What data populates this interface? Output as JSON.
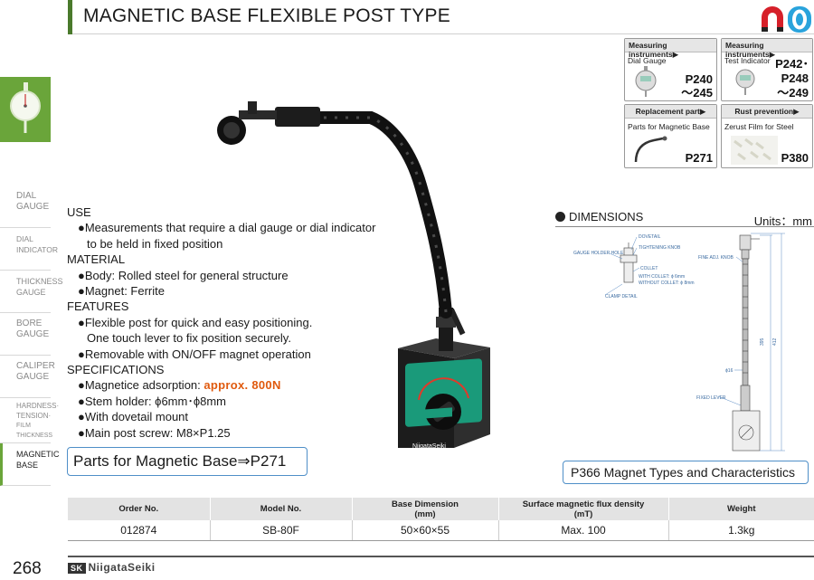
{
  "header": {
    "title": "MAGNETIC BASE FLEXIBLE POST TYPE"
  },
  "sidebar": {
    "tabs": [
      {
        "l1": "DIAL",
        "l2": "GAUGE"
      },
      {
        "l1": "DIAL",
        "l2": "INDICATOR"
      },
      {
        "l1": "THICKNESS",
        "l2": "GAUGE"
      },
      {
        "l1": "BORE",
        "l2": "GAUGE"
      },
      {
        "l1": "CALIPER",
        "l2": "GAUGE"
      },
      {
        "l1": "HARDNESS·",
        "l2": "TENSION·",
        "l3": "FILM THICKNESS"
      },
      {
        "l1": "MAGNETIC",
        "l2": "BASE"
      }
    ]
  },
  "refs": {
    "dial_gauge": {
      "head": "Measuring instruments▶",
      "name": "Dial Gauge",
      "page1": "P240",
      "page2": "～245"
    },
    "test_indicator": {
      "head": "Measuring instruments▶",
      "name": "Test Indicator",
      "page1": "P242･",
      "page2": "P248",
      "page3": "～249"
    },
    "replacement": {
      "head": "Replacement part▶",
      "name": "Parts for Magnetic Base",
      "page1": "P271"
    },
    "rust": {
      "head": "Rust prevention▶",
      "name": "Zerust Film for Steel",
      "page1": "P380"
    }
  },
  "description": {
    "use_title": "USE",
    "use1a": "●Measurements that require a dial gauge or dial indicator",
    "use1b": "to be held in fixed position",
    "material_title": "MATERIAL",
    "mat1": "●Body: Rolled steel for general structure",
    "mat2": "●Magnet: Ferrite",
    "features_title": "FEATURES",
    "feat1a": "●Flexible post for quick and easy positioning.",
    "feat1b": "One touch lever to fix position securely.",
    "feat2": "●Removable with ON/OFF magnet operation",
    "spec_title": "SPECIFICATIONS",
    "spec1_label": "●Magnetice adsorption: ",
    "spec1_value": "approx. 800N",
    "spec2": "●Stem holder: ϕ6mm･ϕ8mm",
    "spec3": "●With dovetail mount",
    "spec4": "●Main post screw: M8×P1.25"
  },
  "links": {
    "parts": "Parts for Magnetic Base⇒P271",
    "magnet_types": "P366 Magnet Types and Characteristics"
  },
  "product_labels": {
    "brand": "NiigataSeiki"
  },
  "dimensions": {
    "title": "DIMENSIONS",
    "units": "Units：mm",
    "labels": {
      "dovetail": "DOVETAIL",
      "tightening": "TIGHTENING KNOB",
      "gauge_holder": "GAUGE HOLDER HOLE",
      "collet": "COLLET",
      "with_collet": "WITH COLLET: ϕ 6mm",
      "without_collet": "WITHOUT COLLET: ϕ 8mm",
      "clamp": "CLAMP DETAIL",
      "fine_adj": "FINE ADJ. KNOB",
      "dim395": "395",
      "dim412": "412",
      "phi16": "ϕ16",
      "fixed_lever": "FIXED LEVER"
    }
  },
  "table": {
    "headers": [
      "Order No.",
      "Model No.",
      "Base Dimension",
      "Surface magnetic flux density",
      "Weight"
    ],
    "headers_sub": [
      "",
      "",
      "(mm)",
      "(mT)",
      ""
    ],
    "rows": [
      [
        "012874",
        "SB-80F",
        "50×60×55",
        "Max. 100",
        "1.3kg"
      ]
    ]
  },
  "footer": {
    "page_number": "268",
    "brand": "NiigataSeiki",
    "brand_mark": "SK"
  },
  "colors": {
    "accent_green": "#6aa53a",
    "title_bar": "#4a7a2c",
    "highlight": "#e05a0e",
    "link_border": "#4f8fc8"
  }
}
